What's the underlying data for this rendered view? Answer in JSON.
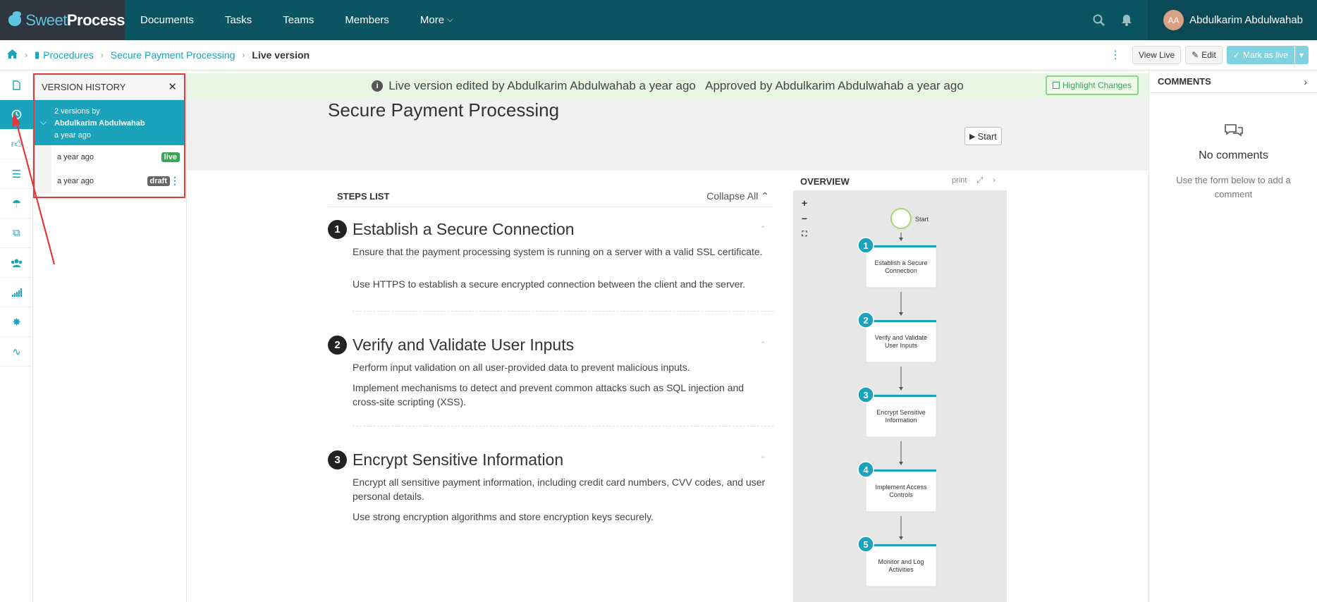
{
  "brand": {
    "name_part1": "Sweet",
    "name_part2": "Process"
  },
  "nav": {
    "items": [
      "Documents",
      "Tasks",
      "Teams",
      "Members",
      "More"
    ],
    "user_initials": "AA",
    "user_name": "Abdulkarim Abdulwahab"
  },
  "breadcrumb": {
    "items": [
      "Procedures",
      "Secure Payment Processing"
    ],
    "current": "Live version"
  },
  "actions": {
    "view_live": "View Live",
    "edit": "Edit",
    "mark_live": "Mark as live"
  },
  "version_history": {
    "title": "VERSION HISTORY",
    "group_line1": "2 versions by",
    "group_line2": "Abdulkarim Abdulwahab",
    "group_line3": "a year ago",
    "versions": [
      {
        "time": "a year ago",
        "badge": "live"
      },
      {
        "time": "a year ago",
        "badge": "draft"
      }
    ]
  },
  "status_bar": {
    "text": "Live version edited by Abdulkarim Abdulwahab a year ago   Approved by Abdulkarim Abdulwahab a year ago",
    "highlight_btn": "Highlight Changes"
  },
  "document": {
    "title": "Secure Payment Processing",
    "start": "Start",
    "steps_label": "STEPS LIST",
    "collapse_all": "Collapse All"
  },
  "steps": [
    {
      "num": "1",
      "title": "Establish a Secure Connection",
      "p1": "Ensure that the payment processing system is running on a server with a valid SSL certificate.",
      "p2": "Use HTTPS to establish a secure encrypted connection between the client and the server."
    },
    {
      "num": "2",
      "title": "Verify and Validate User Inputs",
      "p1": "Perform input validation on all user-provided data to prevent malicious inputs.",
      "p2": "Implement mechanisms to detect and prevent common attacks such as SQL injection and cross-site scripting (XSS)."
    },
    {
      "num": "3",
      "title": "Encrypt Sensitive Information",
      "p1": "Encrypt all sensitive payment information, including credit card numbers, CVV codes, and user personal details.",
      "p2": "Use strong encryption algorithms and store encryption keys securely."
    }
  ],
  "overview": {
    "title": "OVERVIEW",
    "print": "print",
    "start_label": "Start",
    "nodes": [
      {
        "num": "1",
        "line1": "Establish a Secure",
        "line2": "Connection"
      },
      {
        "num": "2",
        "line1": "Verify and Validate",
        "line2": "User Inputs"
      },
      {
        "num": "3",
        "line1": "Encrypt Sensitive",
        "line2": "Information"
      },
      {
        "num": "4",
        "line1": "Implement Access",
        "line2": "Controls"
      },
      {
        "num": "5",
        "line1": "Monitor and Log",
        "line2": "Activities"
      }
    ]
  },
  "comments": {
    "title": "COMMENTS",
    "empty_title": "No comments",
    "empty_sub": "Use the form below to add a comment"
  },
  "colors": {
    "accent": "#1aa3bb",
    "nav_bg": "#0b5563",
    "annotation": "#e23a3a"
  }
}
